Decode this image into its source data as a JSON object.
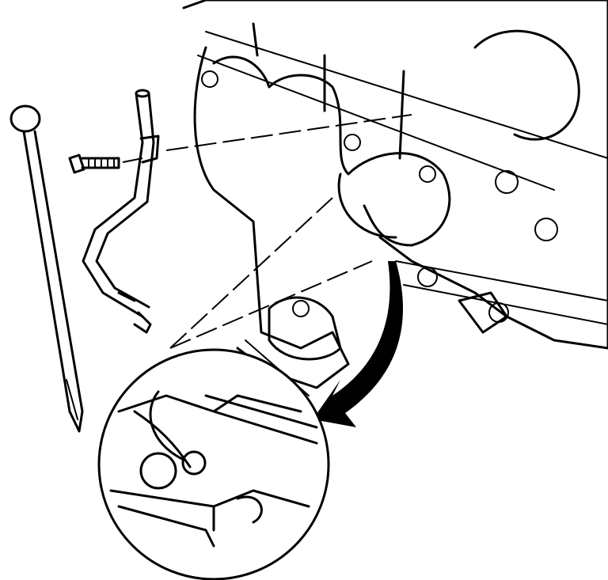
{
  "diagram": {
    "colors": {
      "line": "#000000",
      "background": "#ffffff"
    },
    "components": [
      "oil-level-indicator",
      "indicator-tube",
      "tube-bolt",
      "engine-block",
      "exhaust-manifold",
      "detail-inset",
      "direction-arrow"
    ]
  }
}
